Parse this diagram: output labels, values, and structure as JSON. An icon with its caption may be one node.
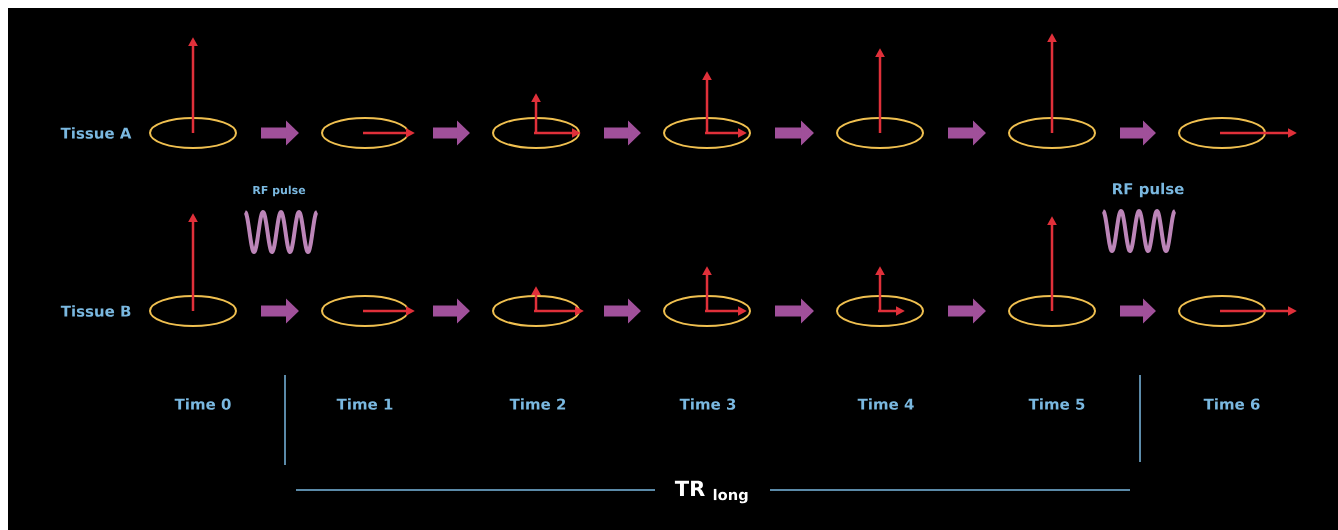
{
  "diagram": {
    "nodes": [
      {
        "text": [],
        "shape": "ellipse"
      },
      {
        "text": [],
        "shape": "ellipse"
      },
      {
        "text": [],
        "shape": "ellipse"
      },
      {
        "text": [],
        "shape": "ellipse"
      },
      {
        "text": [],
        "shape": "ellipse"
      },
      {
        "text": [],
        "shape": "ellipse"
      },
      {
        "text": [],
        "shape": "ellipse"
      },
      {
        "text": [],
        "shape": "ellipse"
      },
      {
        "text": [],
        "shape": "ellipse"
      },
      {
        "text": [],
        "shape": "ellipse"
      },
      {
        "text": [],
        "shape": "ellipse"
      },
      {
        "text": [],
        "shape": "ellipse"
      },
      {
        "text": [],
        "shape": "ellipse"
      },
      {
        "text": [],
        "shape": "ellipse"
      }
    ],
    "edges": [
      {
        "from": 0,
        "to": 1,
        "arrow": "to"
      },
      {
        "from": 1,
        "to": 2,
        "arrow": "to"
      },
      {
        "from": 2,
        "to": 3,
        "arrow": "to"
      },
      {
        "from": 3,
        "to": 4,
        "arrow": "to"
      },
      {
        "from": 4,
        "to": 5,
        "arrow": "to"
      },
      {
        "from": 5,
        "to": 6,
        "arrow": "to"
      },
      {
        "from": 7,
        "to": 8,
        "arrow": "to"
      },
      {
        "from": 8,
        "to": 9,
        "arrow": "to"
      },
      {
        "from": 9,
        "to": 10,
        "arrow": "to"
      },
      {
        "from": 10,
        "to": 11,
        "arrow": "to"
      },
      {
        "from": 11,
        "to": 12,
        "arrow": "to"
      },
      {
        "from": 12,
        "to": 13,
        "arrow": "to"
      }
    ],
    "labels": [
      "Tissue A",
      "RF pulse",
      "RF pulse",
      "Tissue B",
      "Time 0",
      "Time 1",
      "Time 2",
      "Time 3",
      "Time 4",
      "Time 5",
      "Time 6",
      "TR $_{long}$"
    ]
  }
}
